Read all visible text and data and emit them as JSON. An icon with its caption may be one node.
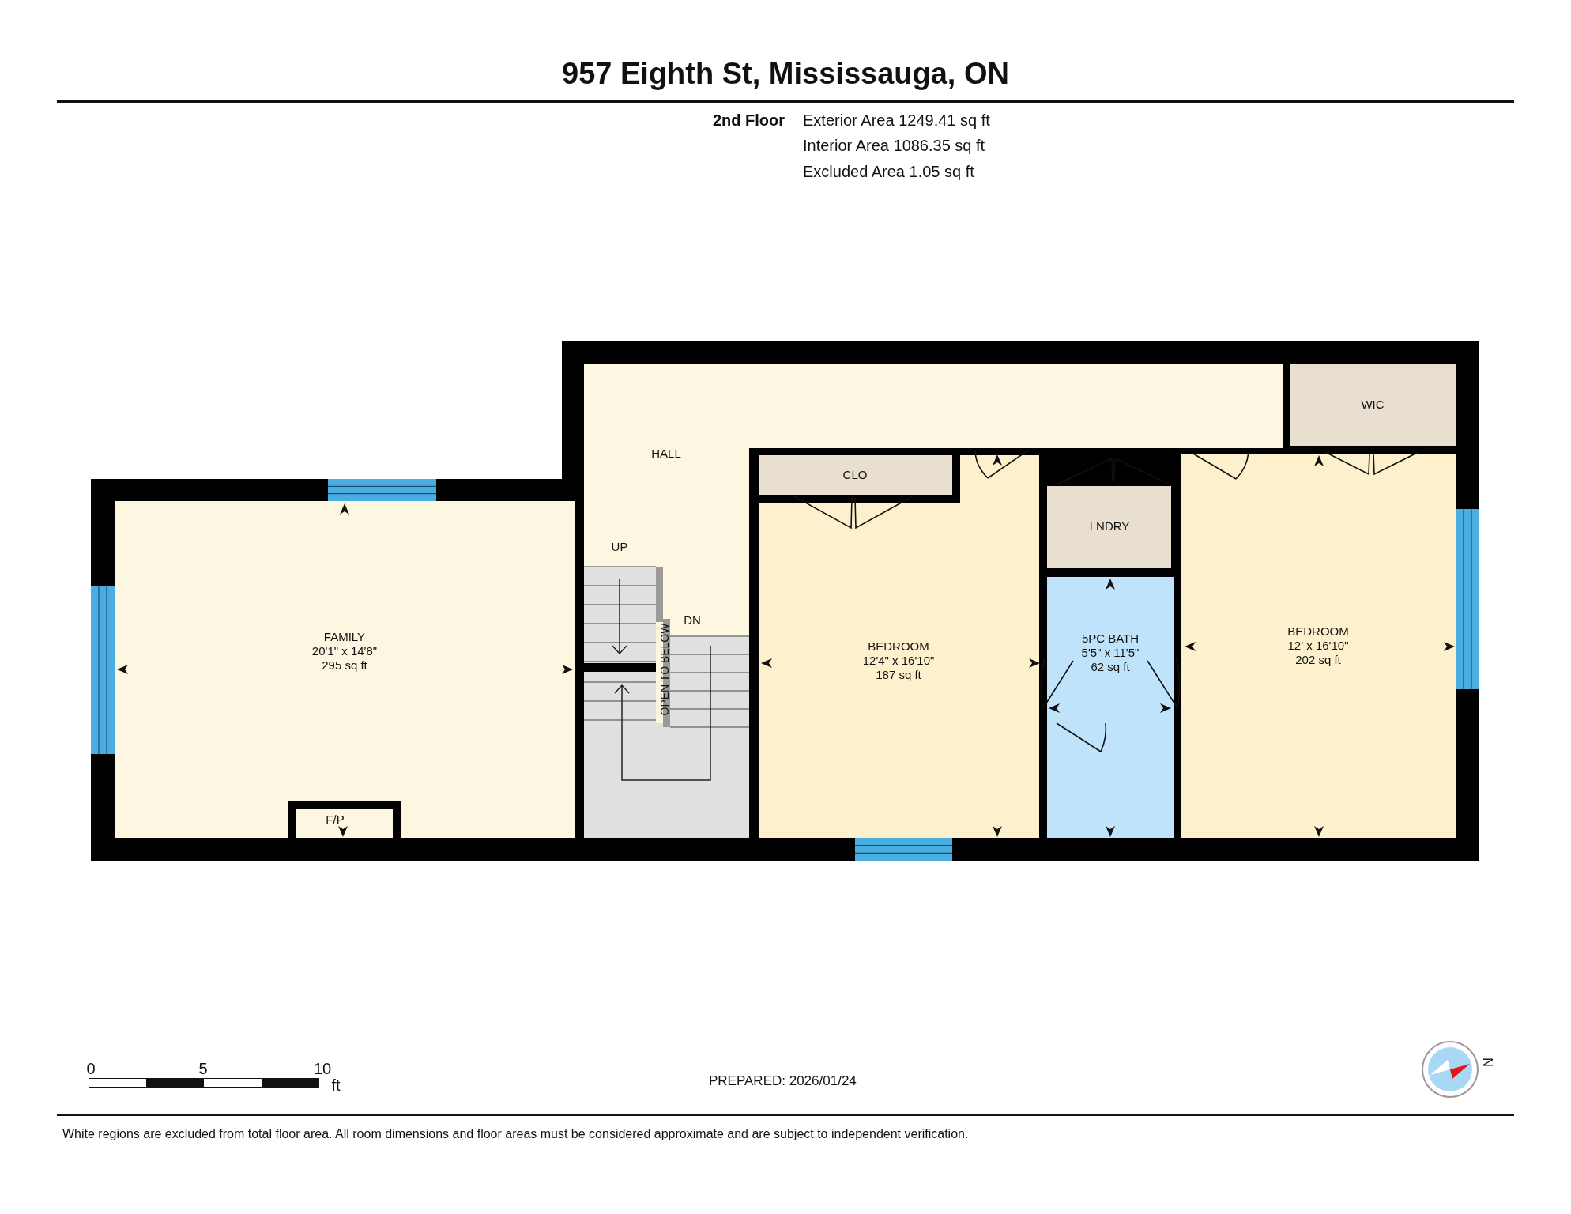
{
  "diagram": {
    "title": "957 Eighth St, Mississauga, ON",
    "nodes": [
      {
        "text": [
          "HALL"
        ]
      },
      {
        "text": [
          "WIC"
        ]
      },
      {
        "text": [
          "FAMILY",
          "20'1\" x 14'8\"",
          "295 sq ft"
        ]
      },
      {
        "text": [
          "F/P"
        ],
        "in": 2
      },
      {
        "text": [
          "BEDROOM",
          "12'4\" x 16'10\"",
          "187 sq ft"
        ]
      },
      {
        "text": [
          "CLO"
        ],
        "in": 4
      },
      {
        "text": [
          "LNDRY"
        ]
      },
      {
        "text": [
          "5PC BATH",
          "5'5\" x 11'5\"",
          "62 sq ft"
        ]
      },
      {
        "text": [
          "BEDROOM",
          "12' x 16'10\"",
          "202 sq ft"
        ]
      }
    ],
    "labels": [
      "2nd Floor",
      "Exterior Area 1249.41 sq ft",
      "Interior Area 1086.35 sq ft",
      "Excluded Area 1.05 sq ft",
      "UP",
      "OPEN TO BELOW",
      "DN",
      "0",
      "5",
      "10",
      "ft",
      "PREPARED: 2026/01/24",
      "N",
      "White regions are excluded from total floor area. All room dimensions and floor areas must be considered approximate and are subject to independent verification."
    ]
  }
}
